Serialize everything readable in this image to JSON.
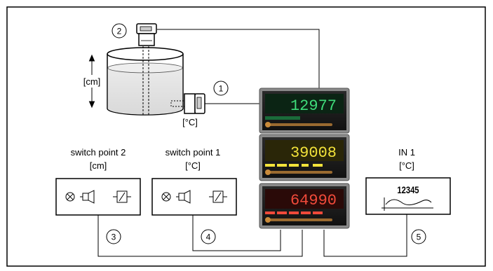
{
  "callouts": [
    "1",
    "2",
    "3",
    "4",
    "5"
  ],
  "labels": {
    "level_unit": "[cm]",
    "temp_unit": "[°C]",
    "sp2_title": "switch point 2",
    "sp2_unit": "[cm]",
    "sp1_title": "switch point 1",
    "sp1_unit": "[°C]",
    "in1_title": "IN 1",
    "in1_unit": "[°C]"
  },
  "displays": {
    "top_value": "12977",
    "mid_value": "39008",
    "bottom_value": "64990"
  },
  "recorder": {
    "value": "12345"
  },
  "colors": {
    "display_green": "#3fdc7a",
    "display_yellow": "#f2e23a",
    "display_red": "#f04a3a",
    "liquid": "#e3e3e3"
  }
}
